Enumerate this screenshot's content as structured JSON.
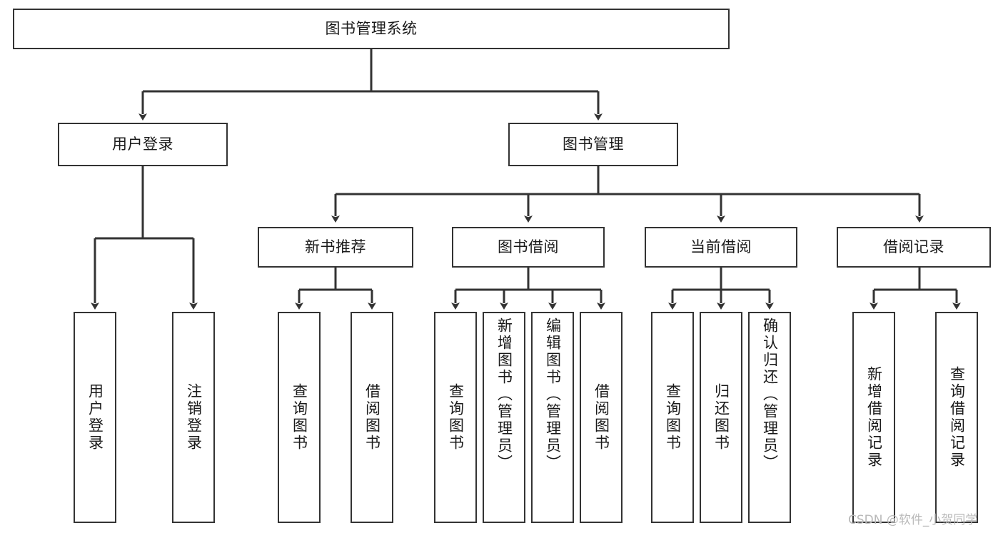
{
  "diagram": {
    "title": "图书管理系统",
    "type": "hierarchy-tree",
    "watermark": "CSDN @软件_小贺同学",
    "colors": {
      "box_border": "#333333",
      "box_fill": "#ffffff",
      "edge": "#333333",
      "text": "#1a1a1a",
      "watermark": "#b9b9b9"
    },
    "root": {
      "label": "图书管理系统"
    },
    "level2": [
      {
        "label": "用户登录"
      },
      {
        "label": "图书管理"
      }
    ],
    "level3": [
      {
        "label": "新书推荐"
      },
      {
        "label": "图书借阅"
      },
      {
        "label": "当前借阅"
      },
      {
        "label": "借阅记录"
      }
    ],
    "leaves": {
      "user_login": [
        {
          "label": "用户登录"
        },
        {
          "label": "注销登录"
        }
      ],
      "new_book_recommend": [
        {
          "label": "查询图书"
        },
        {
          "label": "借阅图书"
        }
      ],
      "book_borrow": [
        {
          "label": "查询图书"
        },
        {
          "label": "新增图书（管理员）"
        },
        {
          "label": "编辑图书（管理员）"
        },
        {
          "label": "借阅图书"
        }
      ],
      "current_borrow": [
        {
          "label": "查询图书"
        },
        {
          "label": "归还图书"
        },
        {
          "label": "确认归还（管理员）"
        }
      ],
      "borrow_records": [
        {
          "label": "新增借阅记录"
        },
        {
          "label": "查询借阅记录"
        }
      ]
    }
  }
}
